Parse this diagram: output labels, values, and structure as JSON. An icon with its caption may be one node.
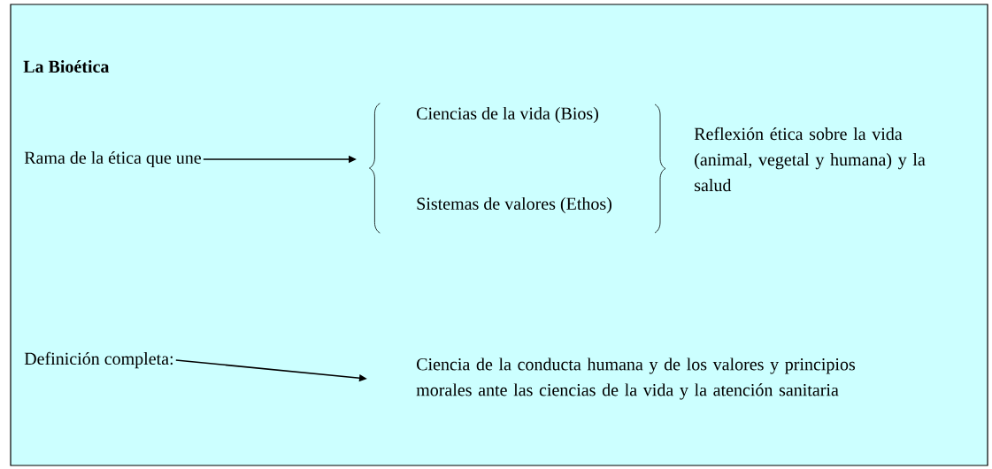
{
  "diagram": {
    "nodes": [
      {
        "text": [
          "La Bioética"
        ]
      },
      {
        "text": [
          "Rama de la ética que une"
        ],
        "in": 0
      },
      {
        "text": [],
        "shape": "brace",
        "in": 0
      },
      {
        "text": [
          "Ciencias de la vida (Bios)"
        ],
        "in": 0
      },
      {
        "text": [
          "Sistemas de valores (Ethos)"
        ],
        "in": 0
      },
      {
        "text": [
          "Reflexión ética sobre la vida (animal, vegetal y humana) y la salud"
        ],
        "in": 0
      },
      {
        "text": [
          "Definición completa:"
        ],
        "in": 0
      },
      {
        "text": [
          "Ciencia de la conducta humana y de los valores y principios morales ante las ciencias de la vida y la atención sanitaria"
        ],
        "in": 0
      }
    ],
    "edges": [
      {
        "from": 1,
        "to": 2,
        "arrow": "to"
      },
      {
        "from": 6,
        "to": 7,
        "arrow": "to"
      }
    ]
  }
}
